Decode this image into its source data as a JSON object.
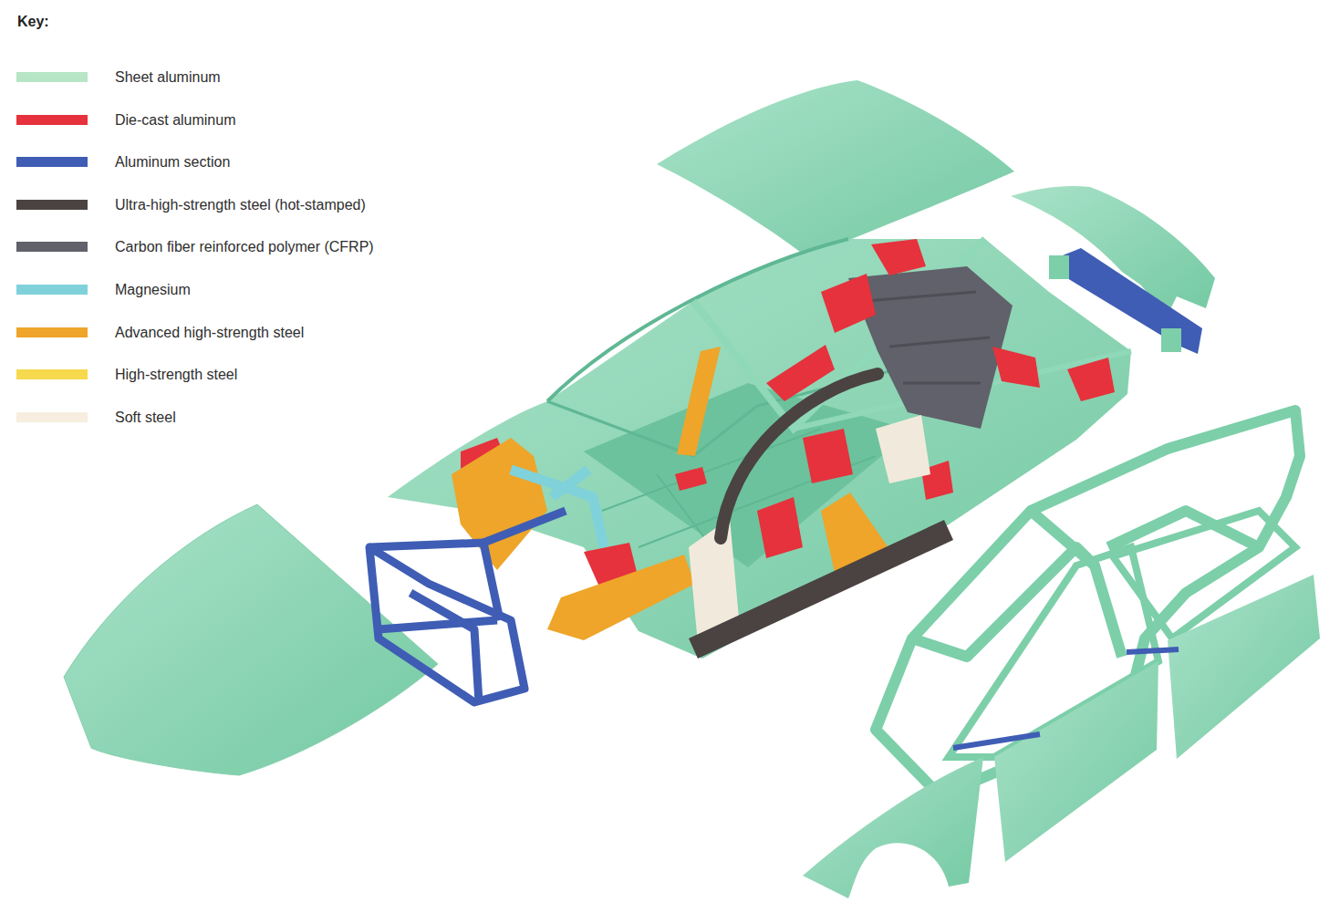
{
  "diagram": {
    "labels": [
      "Key:"
    ],
    "legend": [
      {
        "text": "Sheet aluminum",
        "color": "#b6e6c6"
      },
      {
        "text": "Die-cast aluminum",
        "color": "#e5323c"
      },
      {
        "text": "Aluminum section",
        "color": "#3f5db4"
      },
      {
        "text": "Ultra-high-strength steel (hot-stamped)",
        "color": "#4a4342"
      },
      {
        "text": "Carbon fiber reinforced polymer (CFRP)",
        "color": "#60616a"
      },
      {
        "text": "Magnesium",
        "color": "#80d2da"
      },
      {
        "text": "Advanced high-strength steel",
        "color": "#eea52a"
      },
      {
        "text": "High-strength steel",
        "color": "#f6d94c"
      },
      {
        "text": "Soft steel",
        "color": "#f7eedf"
      }
    ]
  }
}
